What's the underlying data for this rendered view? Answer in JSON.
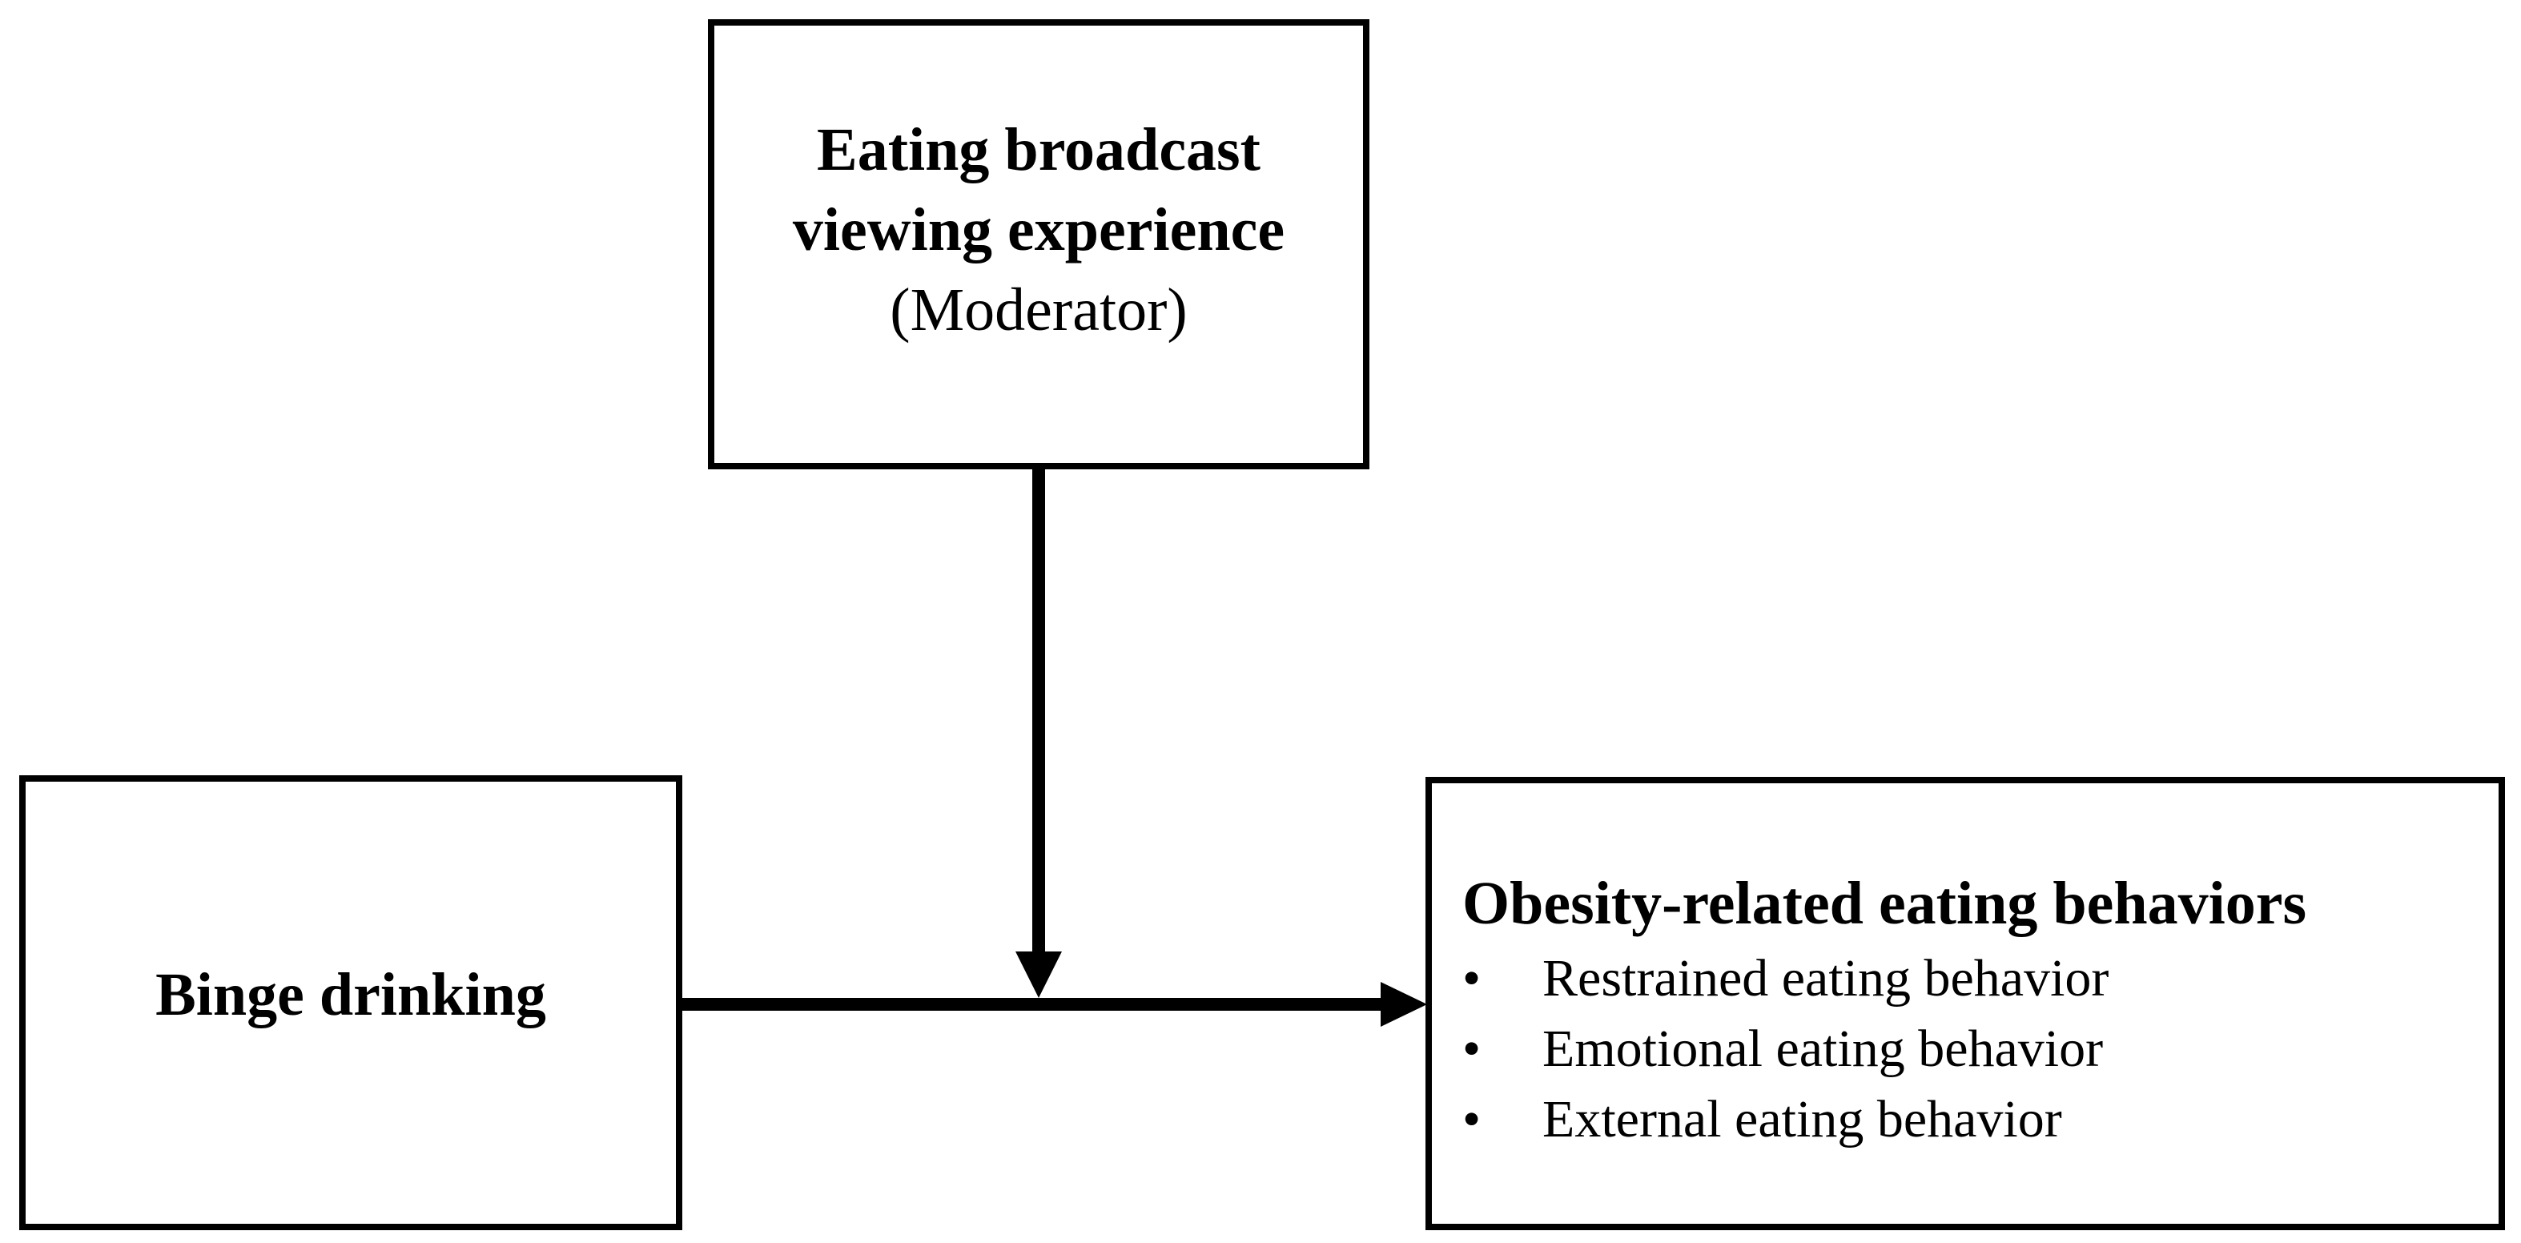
{
  "moderator": {
    "title_line1": "Eating broadcast",
    "title_line2": "viewing experience",
    "role": "(Moderator)"
  },
  "predictor": {
    "title": "Binge drinking"
  },
  "outcome": {
    "title": "Obesity-related eating behaviors",
    "bullet_glyph": "•",
    "items": [
      "Restrained eating behavior",
      "Emotional eating behavior",
      "External eating behavior"
    ]
  },
  "colors": {
    "line": "#000000",
    "background": "#ffffff"
  }
}
